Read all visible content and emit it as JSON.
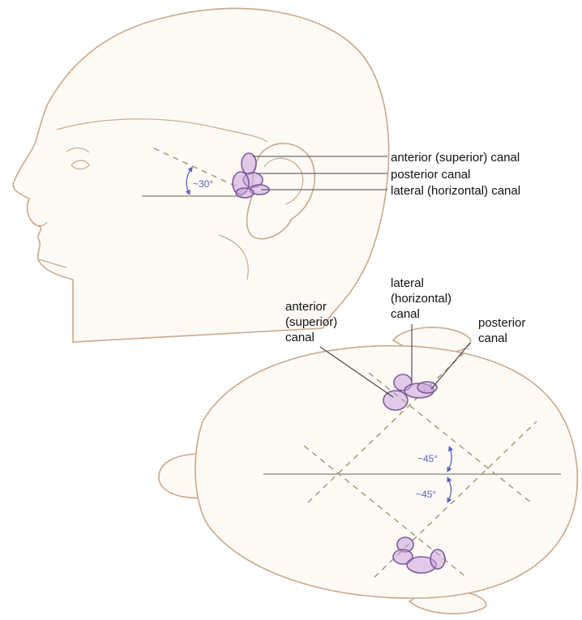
{
  "colors": {
    "outline": "#c9a88a",
    "skin": "#fdfaf6",
    "canal": "#c9a3dd",
    "canal_stroke": "#7e5a99",
    "angle": "#5b62b8",
    "dashed": "#a7a07c",
    "leader": "#444444"
  },
  "side_view": {
    "labels": {
      "anterior": "anterior (superior) canal",
      "posterior": "posterior canal",
      "lateral": "lateral (horizontal) canal"
    },
    "angle": "~30°"
  },
  "top_view": {
    "labels": {
      "anterior": [
        "anterior",
        "(superior)",
        "canal"
      ],
      "lateral": [
        "lateral",
        "(horizontal)",
        "canal"
      ],
      "posterior": [
        "posterior",
        "canal"
      ]
    },
    "angle_upper": "~45°",
    "angle_lower": "~45°"
  }
}
